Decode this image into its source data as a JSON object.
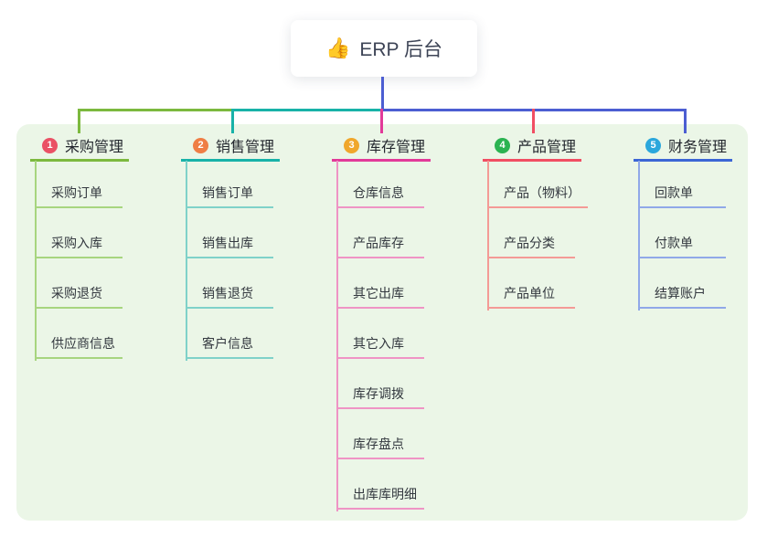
{
  "canvas": {
    "background": "#ffffff",
    "panel_background": "#ebf6e7"
  },
  "root": {
    "label": "ERP 后台",
    "icon": "👍",
    "icon_name": "thumbs-up-icon",
    "connector_color": "#4c5ed2",
    "text_color": "#3d4456"
  },
  "branches": [
    {
      "badge": "1",
      "badge_color": "#ea5165",
      "label": "采购管理",
      "line_color": "#7cb93e",
      "child_line_color": "#a7d57f",
      "children": [
        "采购订单",
        "采购入库",
        "采购退货",
        "供应商信息"
      ]
    },
    {
      "badge": "2",
      "badge_color": "#ef7e45",
      "label": "销售管理",
      "line_color": "#18b2a8",
      "child_line_color": "#7fd2c9",
      "children": [
        "销售订单",
        "销售出库",
        "销售退货",
        "客户信息"
      ]
    },
    {
      "badge": "3",
      "badge_color": "#f0a72c",
      "label": "库存管理",
      "line_color": "#e23a99",
      "child_line_color": "#ef94c5",
      "children": [
        "仓库信息",
        "产品库存",
        "其它出库",
        "其它入库",
        "库存调拨",
        "库存盘点",
        "出库库明细"
      ]
    },
    {
      "badge": "4",
      "badge_color": "#2bb351",
      "label": "产品管理",
      "line_color": "#f14e63",
      "child_line_color": "#f49a96",
      "children": [
        "产品（物料）",
        "产品分类",
        "产品单位"
      ]
    },
    {
      "badge": "5",
      "badge_color": "#2ba7dc",
      "label": "财务管理",
      "line_color": "#3c66d5",
      "child_line_color": "#90a8e8",
      "children": [
        "回款单",
        "付款单",
        "结算账户"
      ]
    }
  ]
}
